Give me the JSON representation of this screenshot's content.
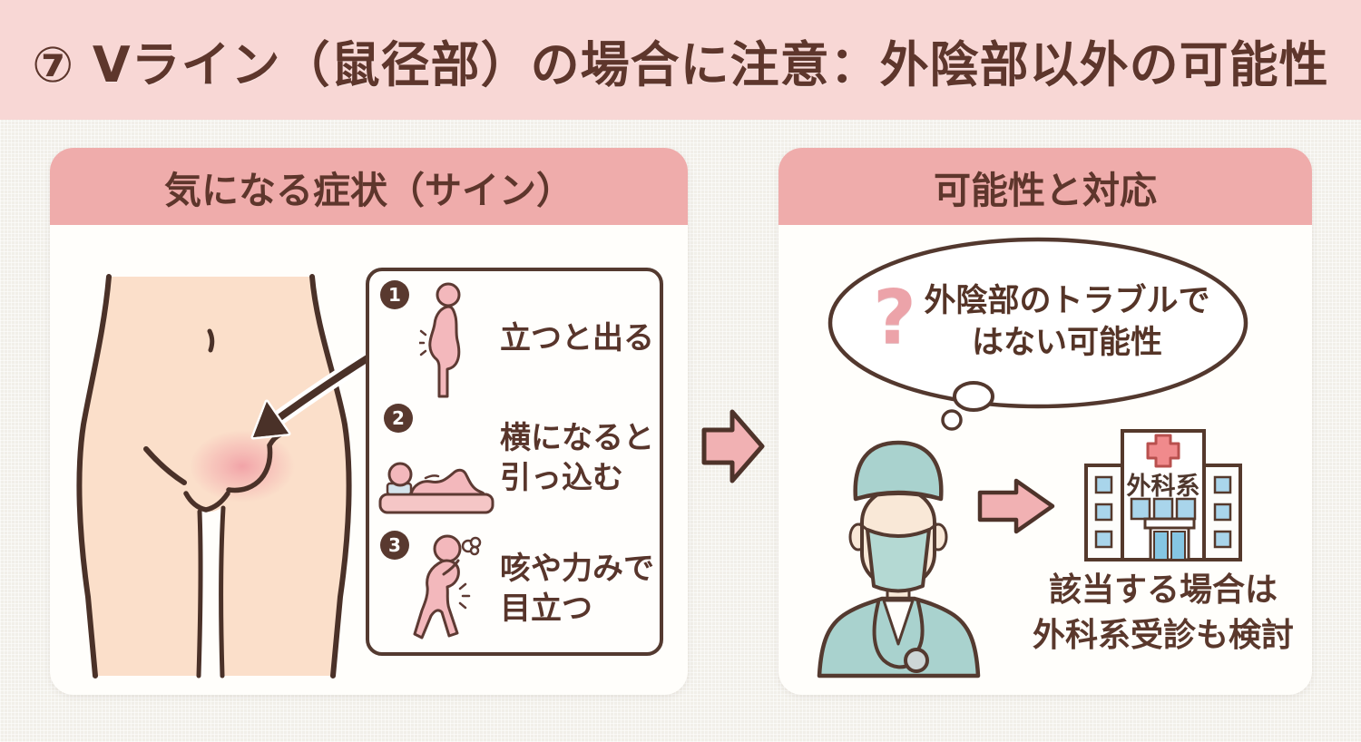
{
  "banner": {
    "title": "⑦ Vライン（鼠径部）の場合に注意：外陰部以外の可能性"
  },
  "left_panel": {
    "header": "気になる症状（サイン）",
    "items": [
      {
        "num": "1",
        "line1": "立つと出る",
        "line2": ""
      },
      {
        "num": "2",
        "line1": "横になると",
        "line2": "引っ込む"
      },
      {
        "num": "3",
        "line1": "咳や力みで",
        "line2": "目立つ"
      }
    ]
  },
  "right_panel": {
    "header": "可能性と対応",
    "thought_bubble": {
      "question_mark": "?",
      "line1": "外陰部のトラブルで",
      "line2": "はない可能性"
    },
    "hospital_sign": "外科系",
    "caption": {
      "line1": "該当する場合は",
      "line2": "外科系受診も検討"
    }
  },
  "colors": {
    "banner_bg": "#f8d7d5",
    "panel_header_bg": "#efacab",
    "text_brown": "#5e362c",
    "outline_brown": "#543a30",
    "accent_pink_arrow": "#f1b1b3",
    "skin": "#fbdfca",
    "figure_pink": "#f3b8bc",
    "blush_red": "#ee8f9c",
    "scrub_teal": "#a9d2ce",
    "window_blue": "#a9d5eb",
    "cross_red": "#f08a8c",
    "background": "#f1efe9"
  }
}
